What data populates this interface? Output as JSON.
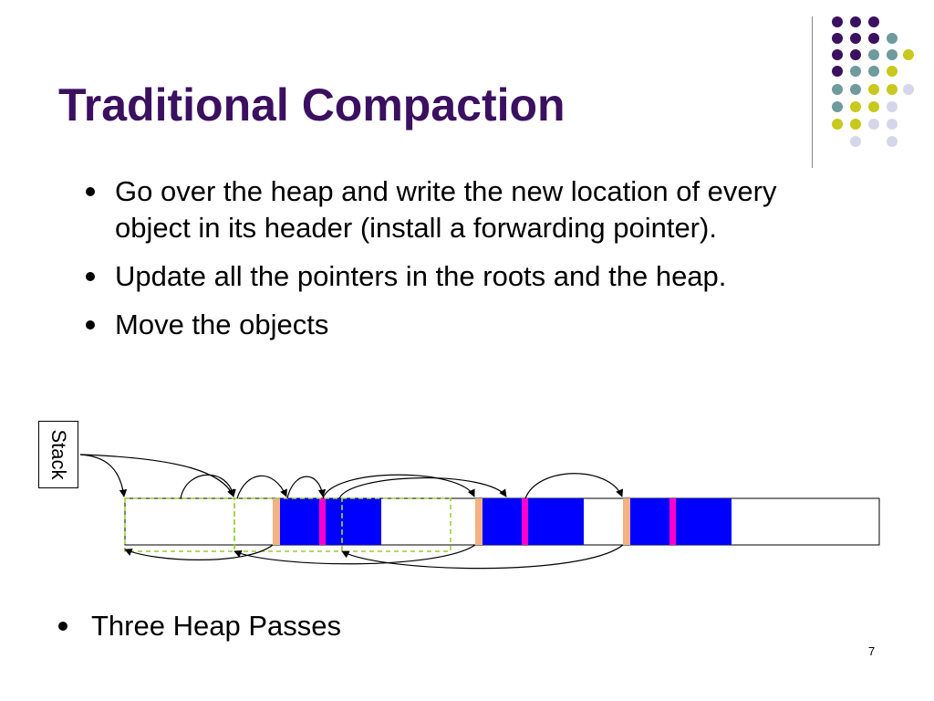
{
  "slide": {
    "title": "Traditional Compaction",
    "bullets": [
      "Go over the heap and write the new location of every object in its header (install a forwarding pointer).",
      "Update all the pointers in the roots and the heap.",
      "Move the objects"
    ],
    "summary": "Three Heap Passes",
    "page_number": "7"
  },
  "diagram": {
    "stack_label": "Stack",
    "colors": {
      "object_body": "#0000ff",
      "object_header": "#f4b183",
      "pointer_slot": "#ff00cc",
      "dashed_outline": "#99cc33",
      "heap_border": "#000000",
      "arrow": "#000000"
    }
  },
  "decoration": {
    "colors": {
      "purple": "#3b1060",
      "teal": "#6f9a9e",
      "yellow": "#c8c81e",
      "lavender": "#d6d6ea",
      "title": "#3b1060"
    }
  }
}
